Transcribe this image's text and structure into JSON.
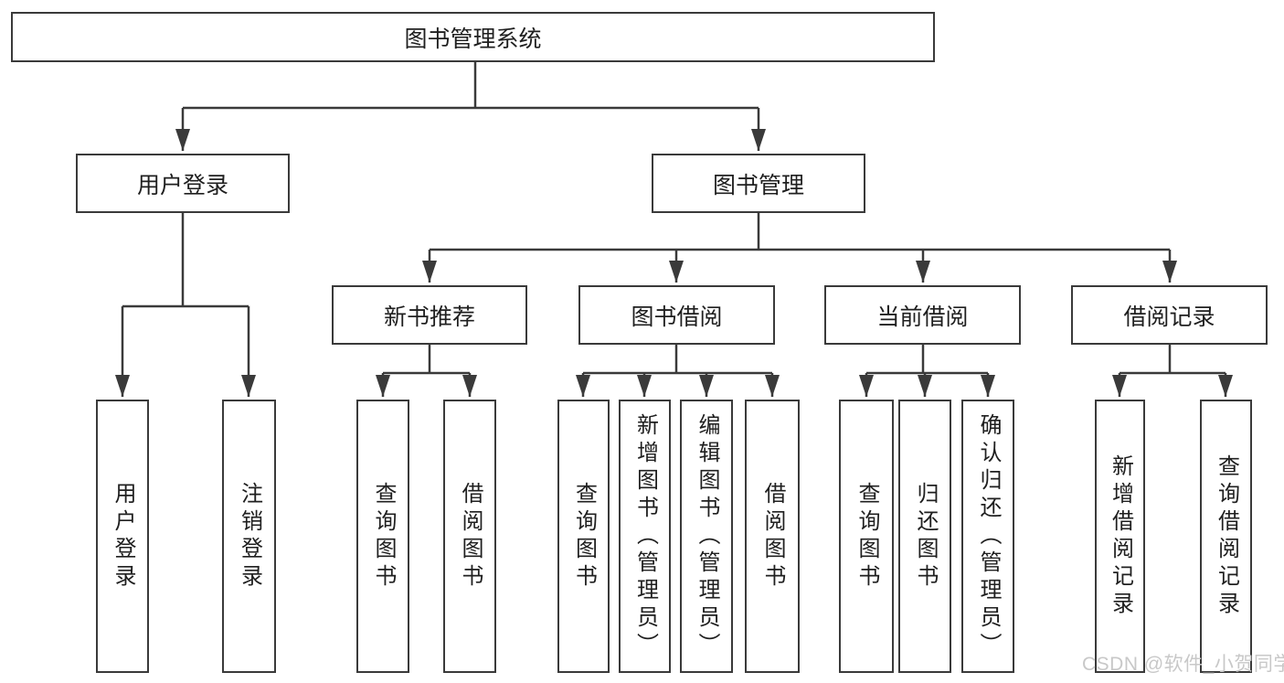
{
  "diagram": {
    "root": {
      "label": "图书管理系统"
    },
    "level2": [
      {
        "label": "用户登录"
      },
      {
        "label": "图书管理"
      }
    ],
    "level3": [
      {
        "label": "新书推荐"
      },
      {
        "label": "图书借阅"
      },
      {
        "label": "当前借阅"
      },
      {
        "label": "借阅记录"
      }
    ],
    "leaves": {
      "user_login": [
        "用户登录",
        "注销登录"
      ],
      "new_book_recommendation": [
        "查询图书",
        "借阅图书"
      ],
      "book_borrowing": [
        "查询图书",
        "新增图书（管理员）",
        "编辑图书（管理员）",
        "借阅图书"
      ],
      "current_borrowing": [
        "查询图书",
        "归还图书",
        "确认归还（管理员）"
      ],
      "borrowing_records": [
        "新增借阅记录",
        "查询借阅记录"
      ]
    }
  },
  "watermark": {
    "text": "CSDN @软件_小贺同学"
  },
  "colors": {
    "line": "#3a3a3a",
    "text": "#1f1f1f",
    "background": "#ffffff",
    "watermark": "#c8c8c8"
  }
}
